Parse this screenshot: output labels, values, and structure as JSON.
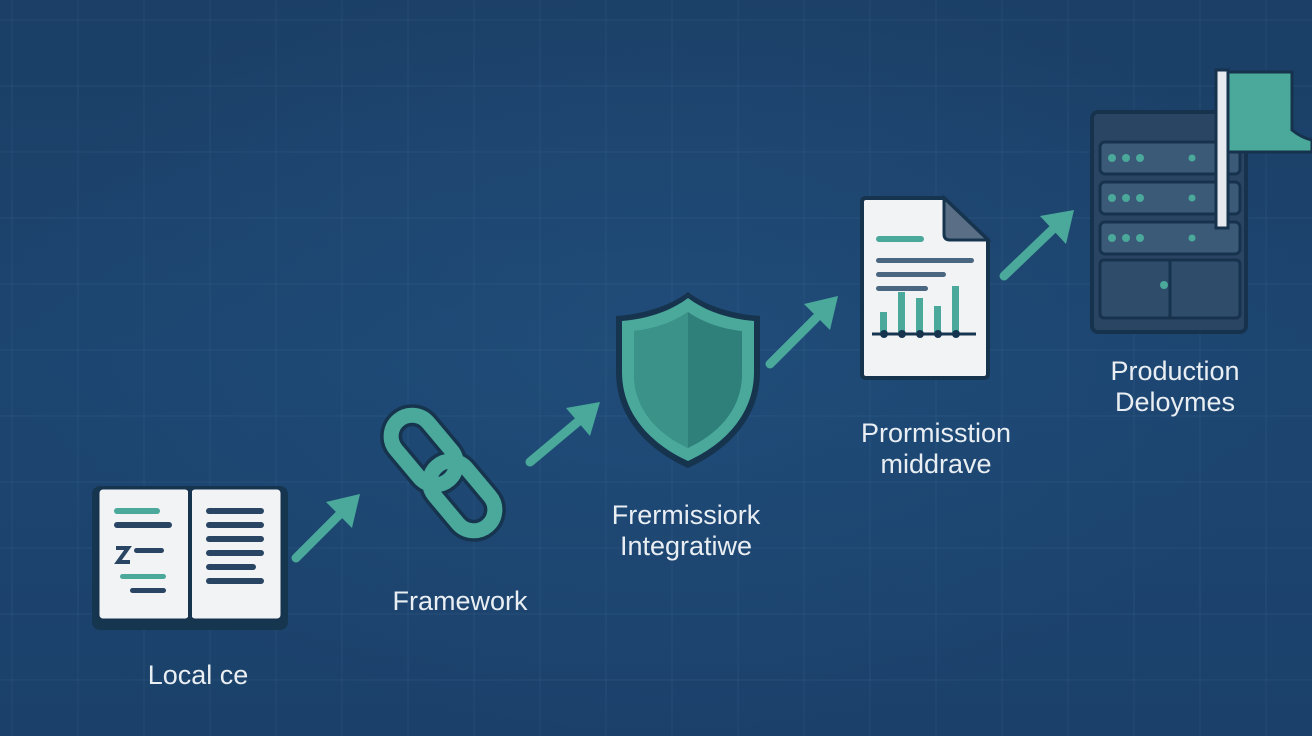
{
  "diagram": {
    "colors": {
      "background": "#1c4268",
      "accent": "#4aa99a",
      "accent_dark": "#2f7f7a",
      "icon_fill": "#f1f3f5",
      "text": "#e9eef3"
    },
    "steps": [
      {
        "id": "local",
        "icon": "open-book-icon",
        "lines": [
          "Local ce"
        ]
      },
      {
        "id": "framework",
        "icon": "chain-link-icon",
        "lines": [
          "Framework"
        ]
      },
      {
        "id": "permission",
        "icon": "shield-icon",
        "lines": [
          "Frermissiork",
          "Integratiwe"
        ]
      },
      {
        "id": "middleware",
        "icon": "document-chart-icon",
        "lines": [
          "Prormisstion",
          "middrave"
        ]
      },
      {
        "id": "production",
        "icon": "server-flag-icon",
        "lines": [
          "Production",
          "Deloymes"
        ]
      }
    ]
  }
}
